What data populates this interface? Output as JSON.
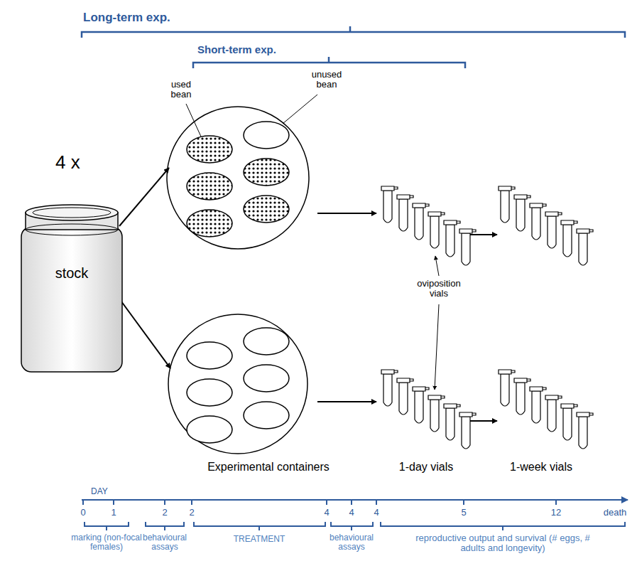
{
  "diagram": {
    "nodes": [
      {
        "text": [
          "stock"
        ]
      }
    ],
    "labels": [
      "Long-term exp.",
      "Short-term exp.",
      "used bean",
      "unused bean",
      "4 x",
      "oviposition vials",
      "Experimental containers",
      "1-day vials",
      "1-week vials",
      "DAY",
      "0",
      "1",
      "2",
      "2",
      "4",
      "4",
      "4",
      "5",
      "12",
      "death",
      "marking (non-focal females)",
      "behavioural assays",
      "TREATMENT",
      "behavioural assays",
      "reproductive output and survival (# eggs, # adults and longevity)"
    ]
  }
}
